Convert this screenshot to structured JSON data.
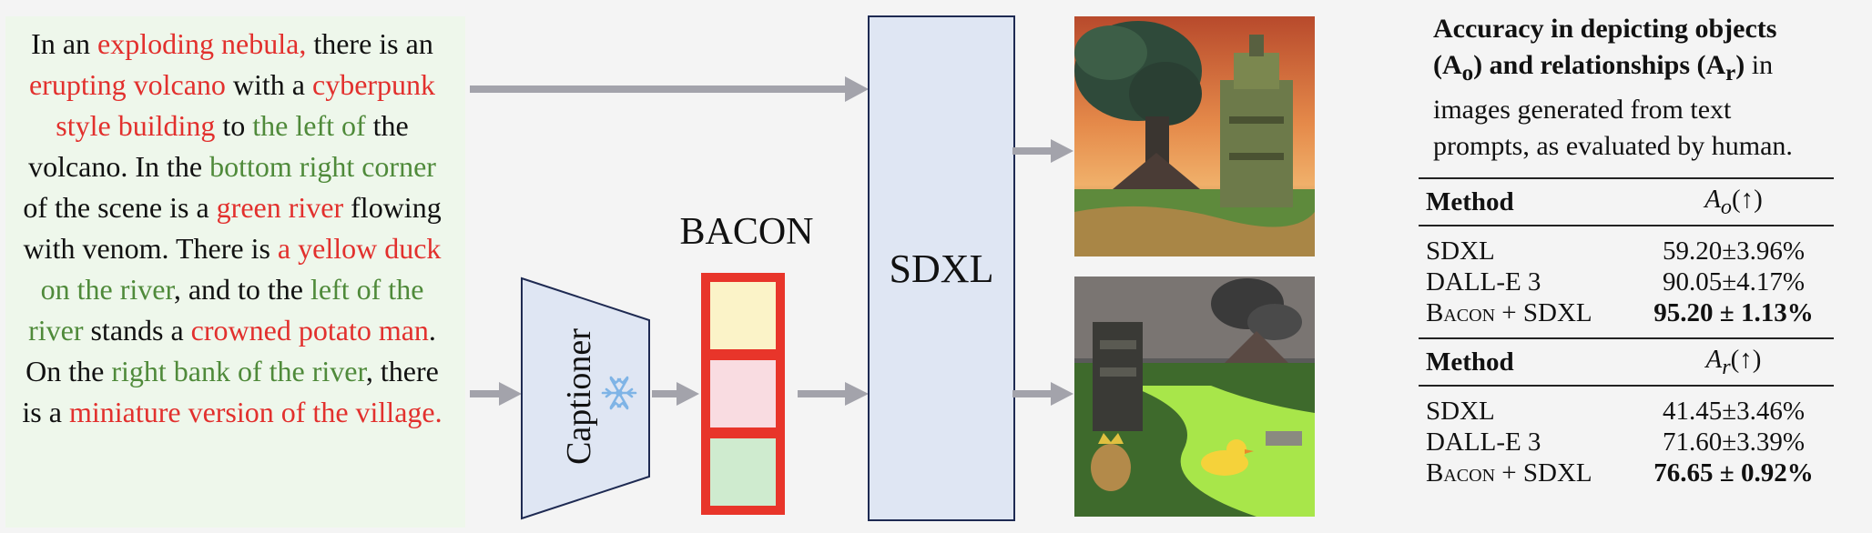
{
  "prompt": {
    "segments": [
      {
        "text": "In an ",
        "kind": "plain"
      },
      {
        "text": "exploding nebula,",
        "kind": "object"
      },
      {
        "text": " there is an ",
        "kind": "plain"
      },
      {
        "text": "erupting volcano",
        "kind": "object"
      },
      {
        "text": " with a ",
        "kind": "plain"
      },
      {
        "text": "cyberpunk style building",
        "kind": "object"
      },
      {
        "text": " to ",
        "kind": "plain"
      },
      {
        "text": "the left of",
        "kind": "relation"
      },
      {
        "text": " the volcano. In the ",
        "kind": "plain"
      },
      {
        "text": "bottom right corner",
        "kind": "relation"
      },
      {
        "text": " of the scene is a ",
        "kind": "plain"
      },
      {
        "text": "green river",
        "kind": "object"
      },
      {
        "text": " flowing with venom. There is ",
        "kind": "plain"
      },
      {
        "text": "a yellow duck",
        "kind": "object"
      },
      {
        "text": " ",
        "kind": "plain"
      },
      {
        "text": "on the river",
        "kind": "relation"
      },
      {
        "text": ", and to the ",
        "kind": "plain"
      },
      {
        "text": "left of the river",
        "kind": "relation"
      },
      {
        "text": " stands a ",
        "kind": "plain"
      },
      {
        "text": "crowned potato man",
        "kind": "object"
      },
      {
        "text": ". On the ",
        "kind": "plain"
      },
      {
        "text": "right bank of the river",
        "kind": "relation"
      },
      {
        "text": ", there is a ",
        "kind": "plain"
      },
      {
        "text": "miniature version of the village.",
        "kind": "object"
      }
    ]
  },
  "diagram": {
    "captioner_label": "Captioner",
    "bacon_label": "BACON",
    "sdxl_label": "SDXL",
    "colors": {
      "object_text": "#e2302d",
      "relation_text": "#4f8a3a",
      "arrow": "#a3a3ab",
      "box_fill": "#dfe6f3",
      "box_stroke": "#1e2a52",
      "bacon_border": "#e8352a",
      "bacon_cell_1": "#fbf3c8",
      "bacon_cell_2": "#f9dce1",
      "bacon_cell_3": "#cfebcf",
      "snowflake": "#7fb4e6"
    },
    "icons": [
      "snowflake-icon"
    ]
  },
  "table": {
    "caption": {
      "bold_part_1": "Accuracy in depicting objects",
      "bold_part_2": "(A",
      "sub_o": "o",
      "bold_part_3": ") and relationships (A",
      "sub_r": "r",
      "bold_part_4": ")",
      "normal_part": " in images generated from text prompts, as evaluated by human."
    },
    "sections": [
      {
        "method_header": "Method",
        "metric_header_base": "A",
        "metric_header_sub": "o",
        "metric_header_arrow": "(↑)",
        "rows": [
          {
            "method": "SDXL",
            "value": "59.20±3.96%",
            "bold": false
          },
          {
            "method": "DALL-E 3",
            "value": "90.05±4.17%",
            "bold": false
          },
          {
            "method_sc": "Bacon",
            "method_rest": " + SDXL",
            "value": "95.20 ± 1.13%",
            "bold": true
          }
        ]
      },
      {
        "method_header": "Method",
        "metric_header_base": "A",
        "metric_header_sub": "r",
        "metric_header_arrow": "(↑)",
        "rows": [
          {
            "method": "SDXL",
            "value": "41.45±3.46%",
            "bold": false
          },
          {
            "method": "DALL-E 3",
            "value": "71.60±3.39%",
            "bold": false
          },
          {
            "method_sc": "Bacon",
            "method_rest": " + SDXL",
            "value": "76.65 ± 0.92%",
            "bold": true
          }
        ]
      }
    ]
  }
}
